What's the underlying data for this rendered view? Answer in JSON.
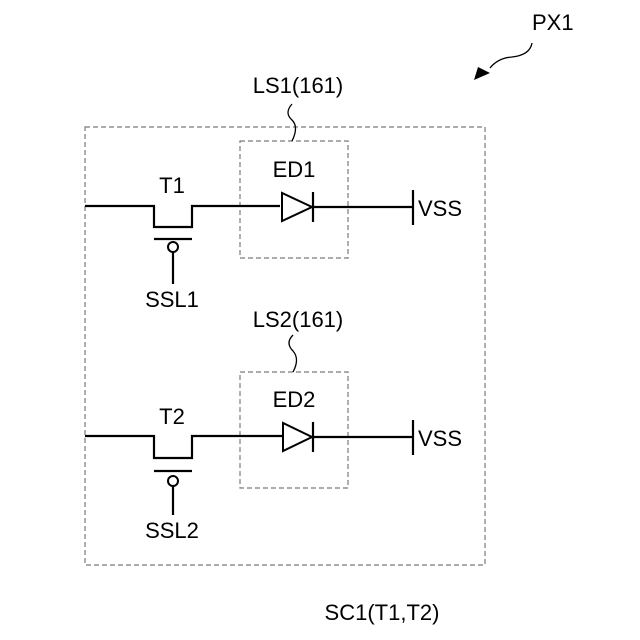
{
  "labels": {
    "pixel": "PX1",
    "circuit": "SC1(T1,T2)",
    "light_source_1": "LS1(161)",
    "light_source_2": "LS2(161)",
    "transistor_1": "T1",
    "transistor_2": "T2",
    "diode_1": "ED1",
    "diode_2": "ED2",
    "vss_1": "VSS",
    "vss_2": "VSS",
    "scan_line_1": "SSL1",
    "scan_line_2": "SSL2"
  },
  "colors": {
    "line": "#000000",
    "dashed_box": "#7a7a7a",
    "background": "#ffffff"
  }
}
